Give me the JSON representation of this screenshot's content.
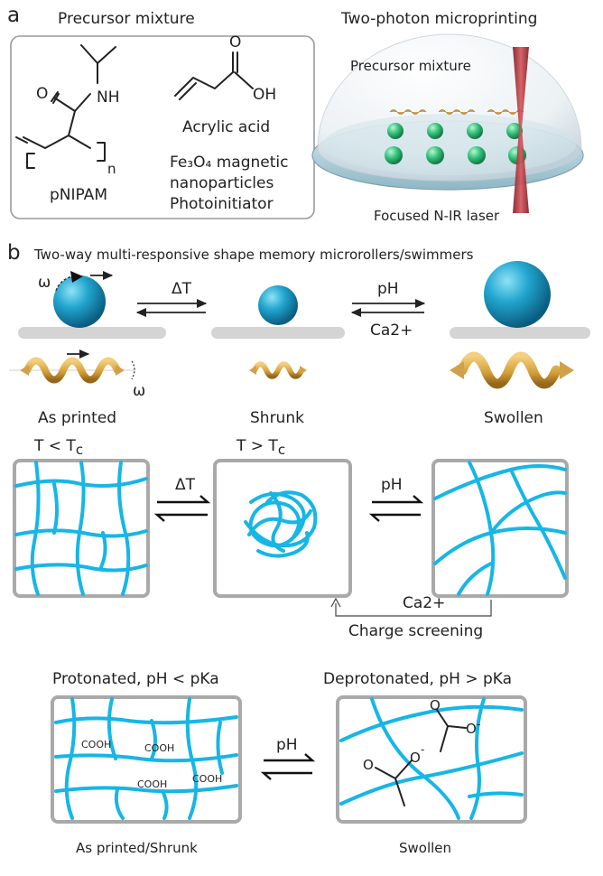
{
  "panel_a": {
    "letter": "a",
    "precursor_title": "Precursor mixture",
    "pnipam_label": "pNIPAM",
    "nh_label": "NH",
    "o_label": "O",
    "n_subscript": "n",
    "acrylic_o": "O",
    "acrylic_oh": "OH",
    "acrylic_label": "Acrylic acid",
    "ingredients": [
      "Fe₃O₄ magnetic",
      "nanoparticles",
      "Photoinitiator"
    ],
    "microprinting_title": "Two-photon microprinting",
    "dome_label": "Precursor mixture",
    "laser_label": "Focused N-IR laser"
  },
  "panel_b": {
    "letter": "b",
    "title": "Two-way multi-responsive shape memory microrollers/swimmers",
    "omega": "ω",
    "arrow_1_label": "ΔT",
    "arrow_2_top": "pH",
    "arrow_2_bottom": "Ca2+",
    "states": [
      "As printed",
      "Shrunk",
      "Swollen"
    ],
    "cond_low": "T < T",
    "cond_high": "T > T",
    "cond_sub": "c",
    "net_arrow_1": "ΔT",
    "net_arrow_2": "pH",
    "ca_label": "Ca2+",
    "screening_label": "Charge screening",
    "protonated_title": "Protonated, pH < pKa",
    "deprotonated_title": "Deprotonated, pH > pKa",
    "cooh": [
      "COOH",
      "COOH",
      "COOH",
      "COOH"
    ],
    "bottom_arrow": "pH",
    "carboxylate_o": [
      "O",
      "O",
      "O",
      "O"
    ],
    "charge": "-",
    "bottom_left_label": "As printed/Shrunk",
    "bottom_right_label": "Swollen"
  },
  "colors": {
    "sphere": "#1890b8",
    "helix": "#d9a84a",
    "network": "#16b6e6",
    "laser": "#b5353a",
    "particle": "#2fc07a",
    "box_border": "#a9a9a9"
  }
}
